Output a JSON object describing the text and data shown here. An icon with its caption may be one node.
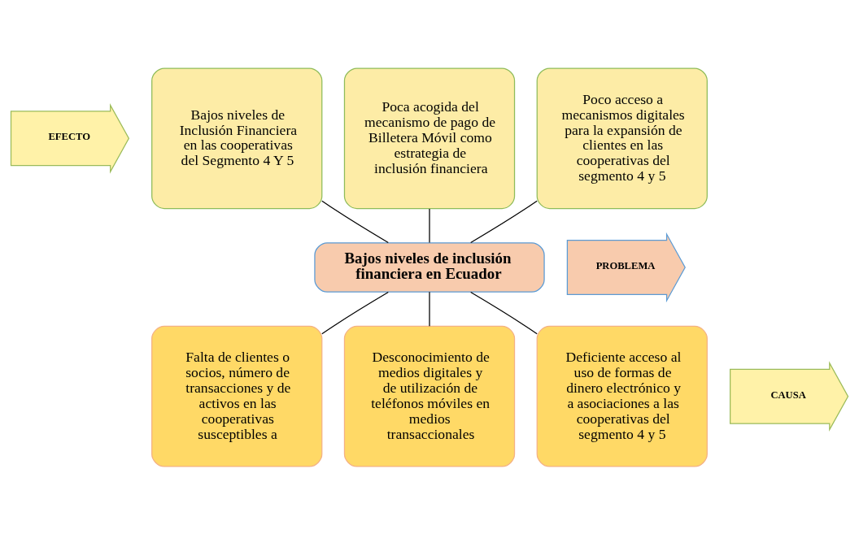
{
  "diagram": {
    "nodes": [
      {
        "text": [
          "EFECTO"
        ]
      },
      {
        "text": [
          "Bajos niveles de Inclusión Financiera en las cooperativas del Segmento 4 Y 5"
        ]
      },
      {
        "text": [
          "Poca acogida del mecanismo de pago de Billetera Móvil como estrategia de inclusión financiera"
        ]
      },
      {
        "text": [
          "Poco acceso a mecanismos digitales para la expansión de clientes en las cooperativas del segmento 4 y 5"
        ]
      },
      {
        "text": [
          "PROBLEMA"
        ]
      },
      {
        "text": [
          "Bajos niveles de inclusión financiera en Ecuador"
        ]
      },
      {
        "text": [
          "CAUSA"
        ]
      },
      {
        "text": [
          "Falta de clientes o socios, número de transacciones y de activos en las cooperativas susceptibles a"
        ]
      },
      {
        "text": [
          "Desconocimiento de medios digitales y de utilización de teléfonos móviles en medios transaccionales"
        ]
      },
      {
        "text": [
          "Deficiente acceso al uso de formas de dinero electrónico y a asociaciones a las cooperativas del segmento 4 y 5"
        ]
      }
    ],
    "edges": [
      {
        "from": 1,
        "to": 5,
        "arrow": "none"
      },
      {
        "from": 2,
        "to": 5,
        "arrow": "none"
      },
      {
        "from": 3,
        "to": 5,
        "arrow": "none"
      },
      {
        "from": 5,
        "to": 7,
        "arrow": "none"
      },
      {
        "from": 5,
        "to": 8,
        "arrow": "none"
      },
      {
        "from": 5,
        "to": 9,
        "arrow": "none"
      }
    ]
  }
}
